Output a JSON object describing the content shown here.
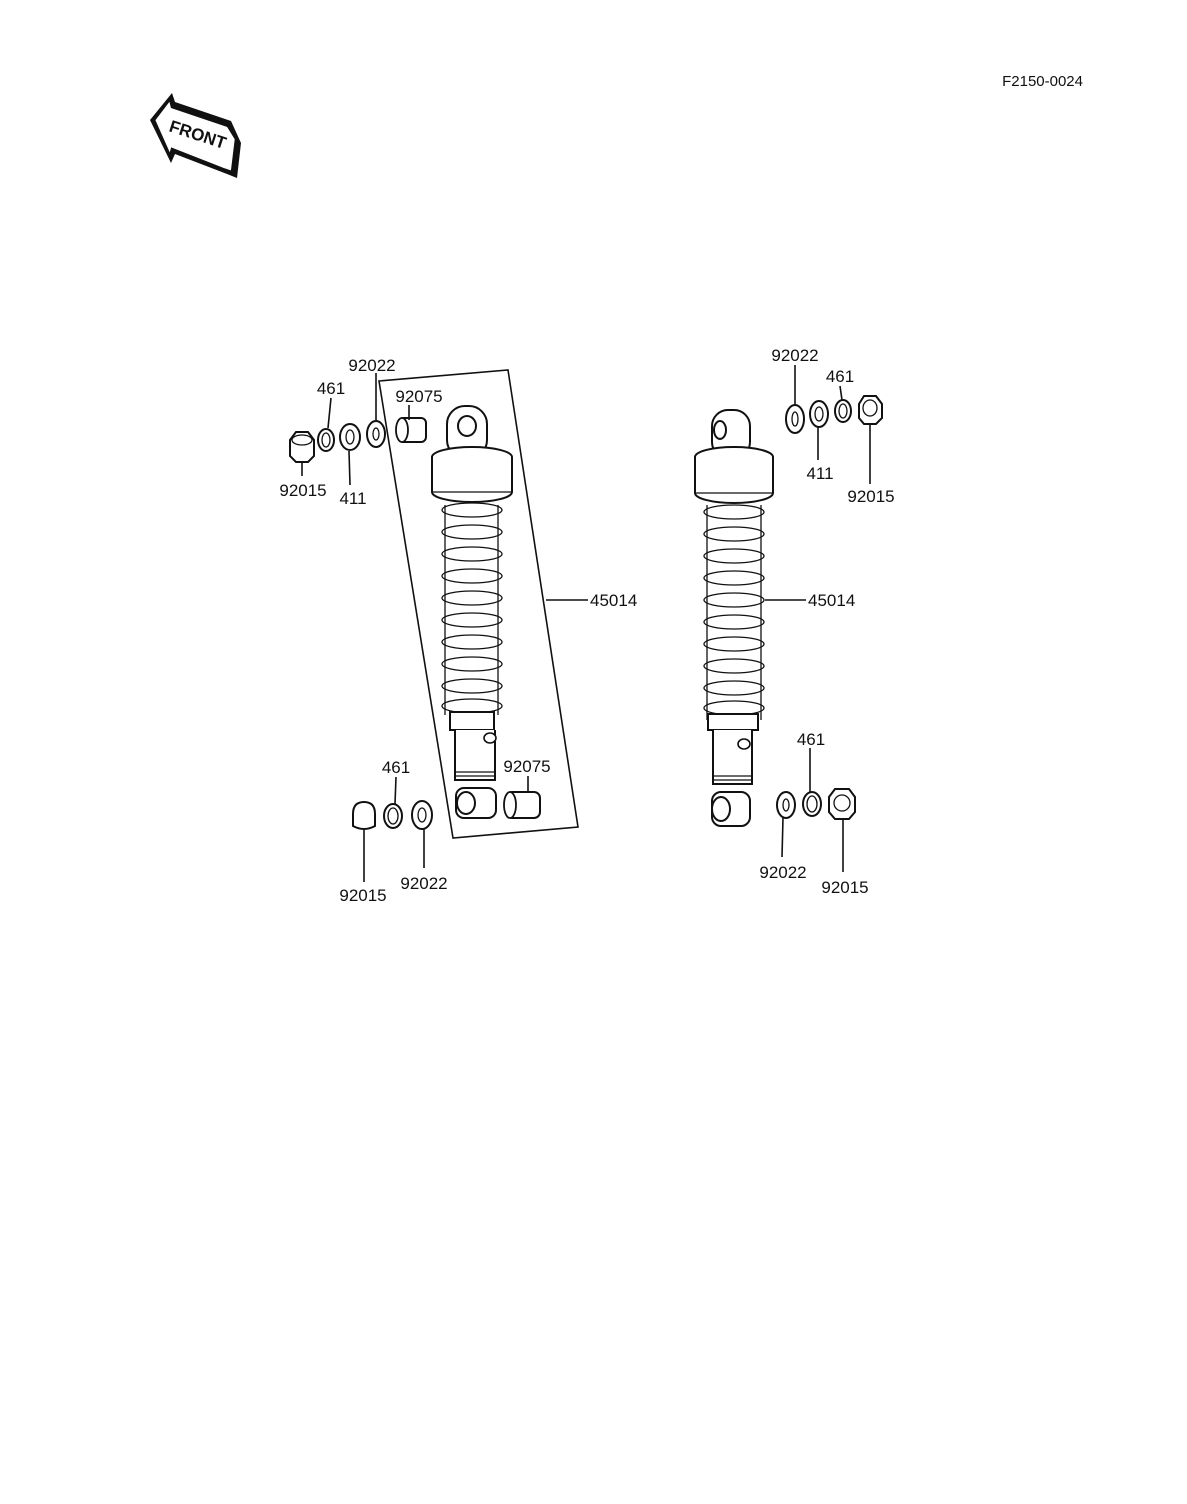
{
  "reference_code": "F2150-0024",
  "front_arrow_label": "FRONT",
  "left_assembly": {
    "shock_absorber": "45014",
    "upper": {
      "cap_nut": "92015",
      "lock_washer": "461",
      "washer_411": "411",
      "washer_92022": "92022",
      "collar": "92075"
    },
    "lower": {
      "cap_nut": "92015",
      "lock_washer": "461",
      "washer_92022": "92022",
      "collar": "92075"
    }
  },
  "right_assembly": {
    "shock_absorber": "45014",
    "upper": {
      "washer_92022": "92022",
      "lock_washer": "461",
      "washer_411": "411",
      "cap_nut": "92015"
    },
    "lower": {
      "lock_washer": "461",
      "washer_92022": "92022",
      "cap_nut": "92015"
    }
  },
  "colors": {
    "ink": "#111111",
    "paper": "#ffffff"
  }
}
